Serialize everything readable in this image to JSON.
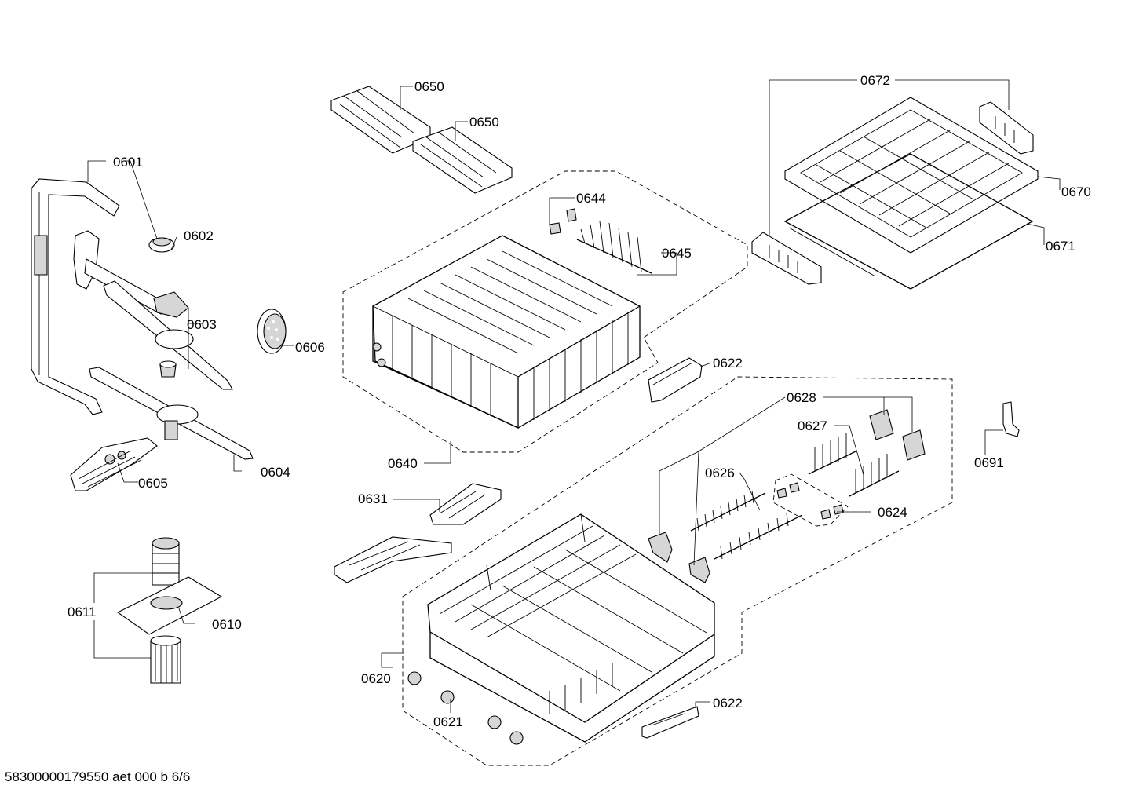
{
  "footer": {
    "code": "58300000179550 aet 000 b 6/6"
  },
  "labels": {
    "l0601": "0601",
    "l0602": "0602",
    "l0603": "0603",
    "l0604": "0604",
    "l0605": "0605",
    "l0606": "0606",
    "l0610": "0610",
    "l0611": "0611",
    "l0620": "0620",
    "l0621": "0621",
    "l0622a": "0622",
    "l0622b": "0622",
    "l0624": "0624",
    "l0626": "0626",
    "l0627": "0627",
    "l0628": "0628",
    "l0631": "0631",
    "l0640": "0640",
    "l0644": "0644",
    "l0645": "0645",
    "l0650a": "0650",
    "l0650b": "0650",
    "l0670": "0670",
    "l0671": "0671",
    "l0672": "0672",
    "l0691": "0691"
  }
}
